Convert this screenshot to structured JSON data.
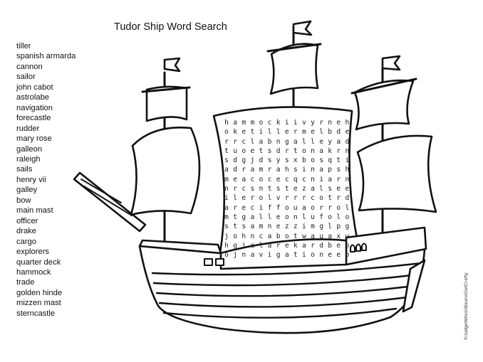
{
  "title": "Tudor Ship Word Search",
  "word_list": [
    "tiller",
    "spanish armarda",
    "cannon",
    "sailor",
    "john cabot",
    "astrolabe",
    "navigation",
    "forecastle",
    "rudder",
    "mary rose",
    "galleon",
    "raleigh",
    "sails",
    "henry vii",
    "galley",
    "bow",
    "main mast",
    "officer",
    "drake",
    "cargo",
    "explorers",
    "quarter deck",
    "hammock",
    "trade",
    "golden hinde",
    "mizzen mast",
    "sterncastle"
  ],
  "letter_grid": [
    "hammockiivyrneh",
    "oketillermelbde",
    "rrclabngalleyad",
    "tuoetsdrtonakrn",
    "sdgjdsysxbosqti",
    "adramrahsinapsh",
    "meacocecqcniarn",
    "nrcsntstezalsee",
    "ilerolvrrrcotrd",
    "areciffouaorrol",
    "mtgalleonlufolo",
    "stsamnezzimglpg",
    "johncabotwauaxw",
    "hgielarekardbeo",
    "ojnavigationeeb"
  ],
  "credit": "©JudgeWilsonBeansGetCrafty",
  "illustration": "tudor-ship-line-drawing"
}
